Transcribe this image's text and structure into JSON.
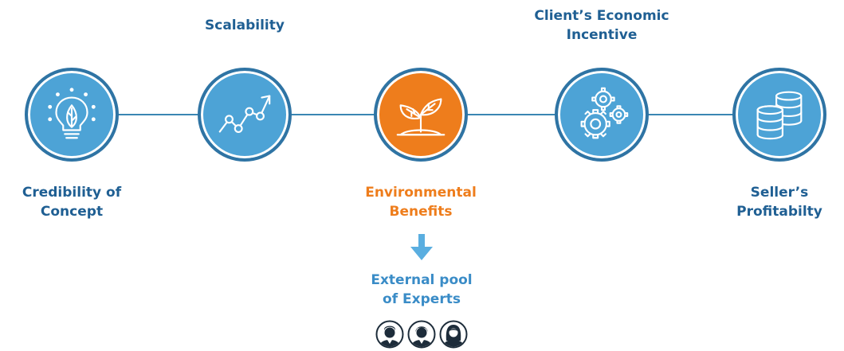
{
  "nodes": [
    {
      "id": "credibility",
      "label_lines": [
        "Credibility of",
        "Concept"
      ],
      "icon": "lightbulb-leaf-icon",
      "color": "#4da3d6",
      "label_position": "below"
    },
    {
      "id": "scalability",
      "label_lines": [
        "Scalability"
      ],
      "icon": "growth-line-chart-icon",
      "color": "#4da3d6",
      "label_position": "above"
    },
    {
      "id": "environmental",
      "label_lines": [
        "Environmental",
        "Benefits"
      ],
      "icon": "sprout-icon",
      "color": "#ee7d1c",
      "label_position": "below"
    },
    {
      "id": "economic",
      "label_lines": [
        "Client’s Economic",
        "Incentive"
      ],
      "icon": "gears-icon",
      "color": "#4da3d6",
      "label_position": "above"
    },
    {
      "id": "profitability",
      "label_lines": [
        "Seller’s",
        "Profitabilty"
      ],
      "icon": "database-stack-icon",
      "color": "#4da3d6",
      "label_position": "below"
    }
  ],
  "experts": {
    "label_lines": [
      "External pool",
      "of Experts"
    ],
    "icons": [
      "expert-man-icon",
      "expert-man-icon",
      "expert-woman-icon"
    ],
    "arrow_color": "#5aaee0"
  },
  "colors": {
    "accent_blue": "#4da3d6",
    "border_blue": "#2f74a4",
    "text_blue": "#1f5f93",
    "accent_orange": "#ee7d1c"
  }
}
